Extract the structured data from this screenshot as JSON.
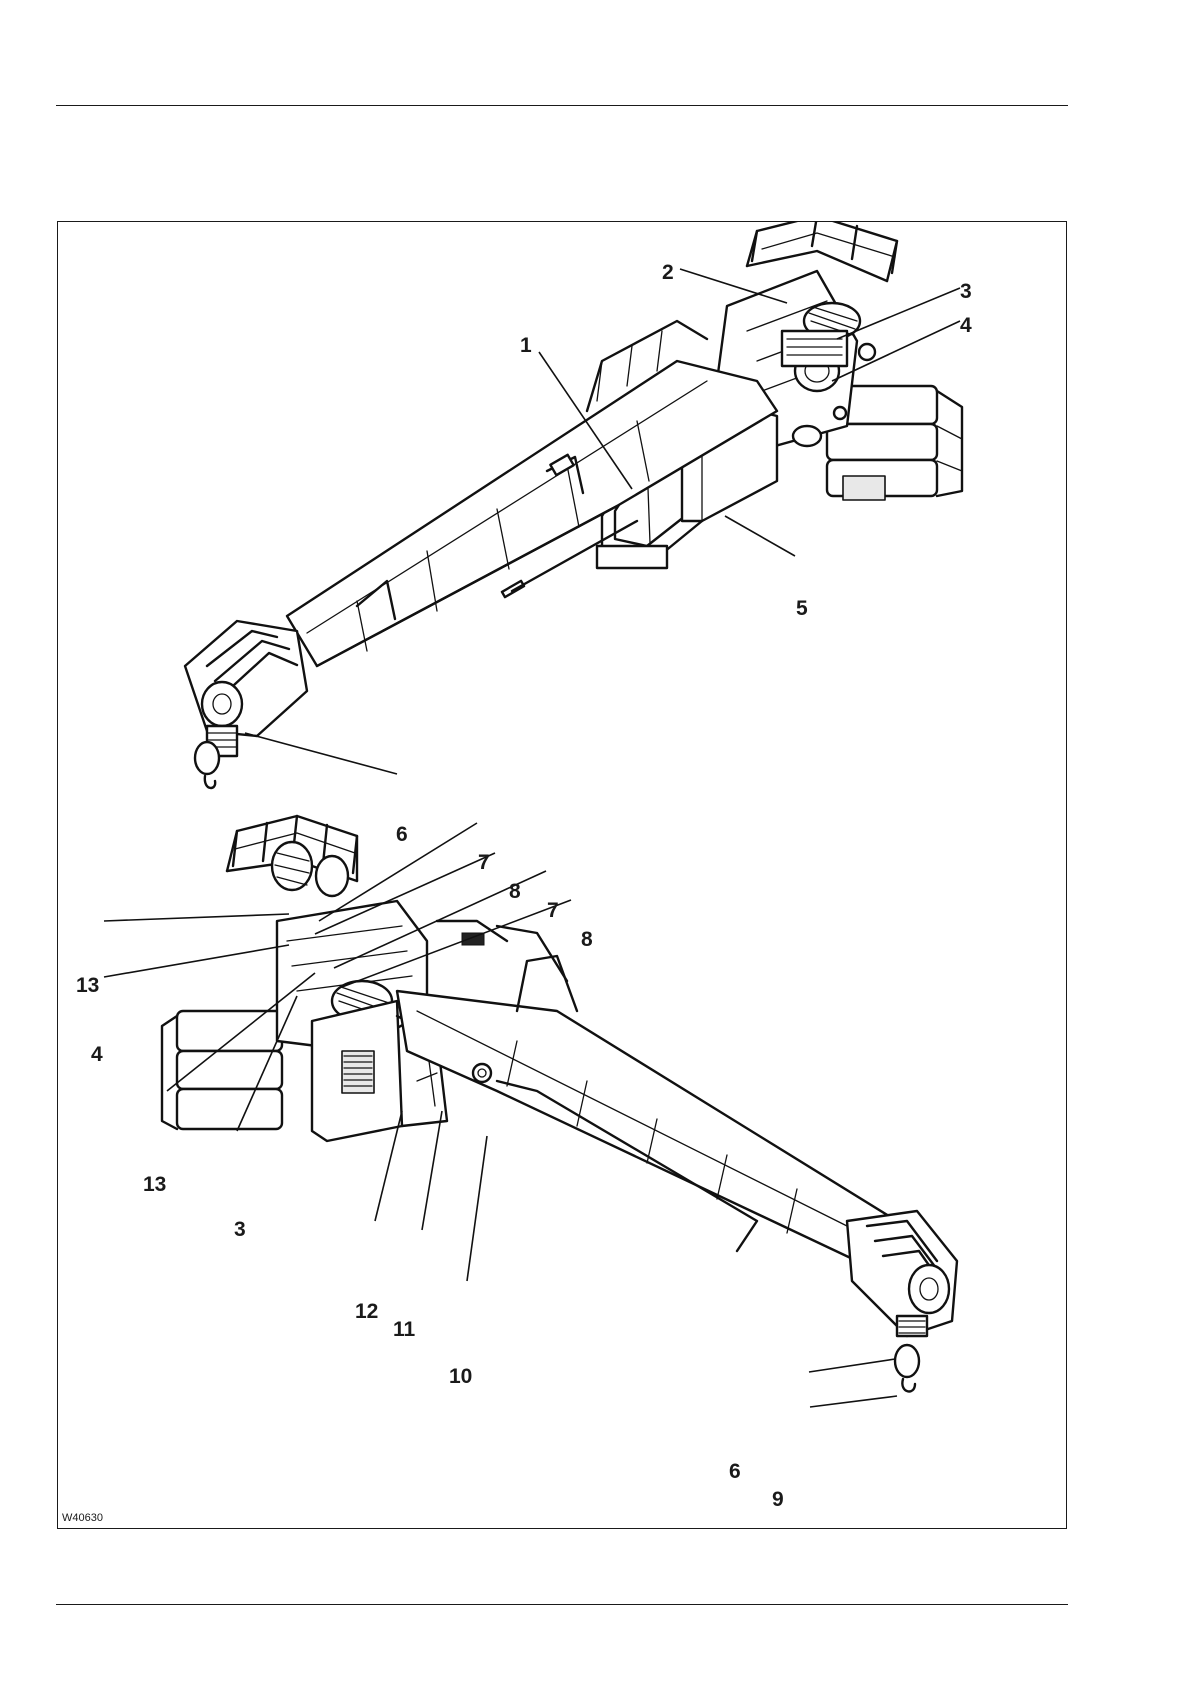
{
  "figure": {
    "id_label": "W40630",
    "callouts": [
      {
        "key": "c1",
        "text": "1"
      },
      {
        "key": "c2",
        "text": "2"
      },
      {
        "key": "c3a",
        "text": "3"
      },
      {
        "key": "c4a",
        "text": "4"
      },
      {
        "key": "c5",
        "text": "5"
      },
      {
        "key": "c6a",
        "text": "6"
      },
      {
        "key": "c7a",
        "text": "7"
      },
      {
        "key": "c8a",
        "text": "8"
      },
      {
        "key": "c7b",
        "text": "7"
      },
      {
        "key": "c8b",
        "text": "8"
      },
      {
        "key": "c13a",
        "text": "13"
      },
      {
        "key": "c4b",
        "text": "4"
      },
      {
        "key": "c13b",
        "text": "13"
      },
      {
        "key": "c3b",
        "text": "3"
      },
      {
        "key": "c12",
        "text": "12"
      },
      {
        "key": "c11",
        "text": "11"
      },
      {
        "key": "c10",
        "text": "10"
      },
      {
        "key": "c6b",
        "text": "6"
      },
      {
        "key": "c9",
        "text": "9"
      }
    ]
  }
}
